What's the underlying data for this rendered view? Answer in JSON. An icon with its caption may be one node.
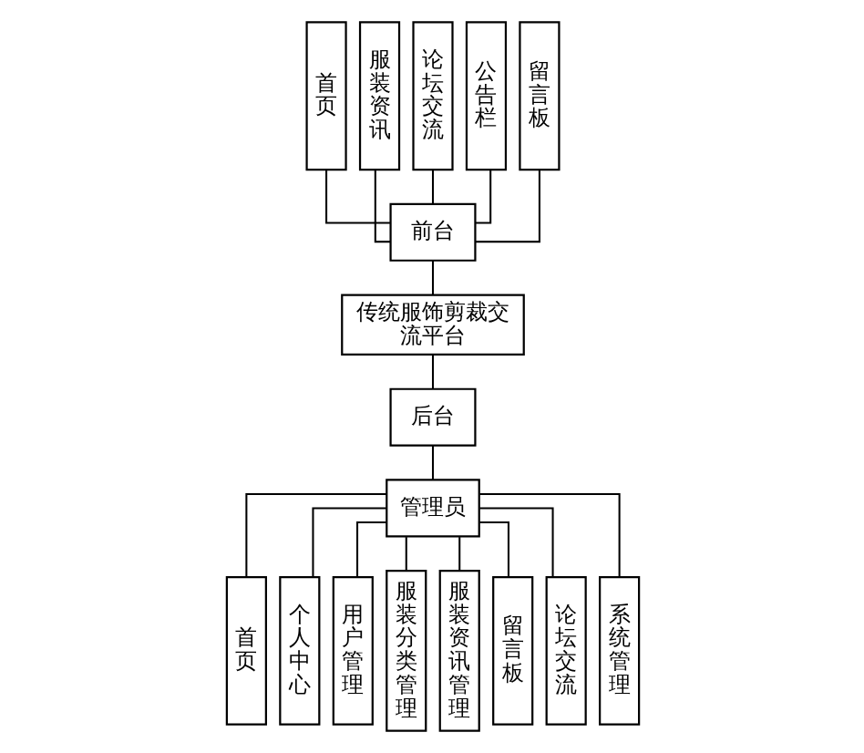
{
  "diagram": {
    "nodes": [
      {
        "text": [
          "首页"
        ]
      },
      {
        "text": [
          "服装资讯"
        ]
      },
      {
        "text": [
          "论坛交流"
        ]
      },
      {
        "text": [
          "公告栏"
        ]
      },
      {
        "text": [
          "留言板"
        ]
      },
      {
        "text": [
          "前台"
        ]
      },
      {
        "text": [
          "传统服饰剪裁交流平台"
        ]
      },
      {
        "text": [
          "后台"
        ]
      },
      {
        "text": [
          "管理员"
        ]
      },
      {
        "text": [
          "首页"
        ]
      },
      {
        "text": [
          "个人中心"
        ]
      },
      {
        "text": [
          "用户管理"
        ]
      },
      {
        "text": [
          "服装分类管理"
        ]
      },
      {
        "text": [
          "服装资讯管理"
        ]
      },
      {
        "text": [
          "留言板"
        ]
      },
      {
        "text": [
          "论坛交流"
        ]
      },
      {
        "text": [
          "系统管理"
        ]
      }
    ],
    "edges": [
      {
        "from": 0,
        "to": 5,
        "arrow": "none"
      },
      {
        "from": 1,
        "to": 5,
        "arrow": "none"
      },
      {
        "from": 2,
        "to": 5,
        "arrow": "none"
      },
      {
        "from": 3,
        "to": 5,
        "arrow": "none"
      },
      {
        "from": 4,
        "to": 5,
        "arrow": "none"
      },
      {
        "from": 5,
        "to": 6,
        "arrow": "none"
      },
      {
        "from": 6,
        "to": 7,
        "arrow": "none"
      },
      {
        "from": 7,
        "to": 8,
        "arrow": "none"
      },
      {
        "from": 8,
        "to": 9,
        "arrow": "none"
      },
      {
        "from": 8,
        "to": 10,
        "arrow": "none"
      },
      {
        "from": 8,
        "to": 11,
        "arrow": "none"
      },
      {
        "from": 8,
        "to": 12,
        "arrow": "none"
      },
      {
        "from": 8,
        "to": 13,
        "arrow": "none"
      },
      {
        "from": 8,
        "to": 14,
        "arrow": "none"
      },
      {
        "from": 8,
        "to": 15,
        "arrow": "none"
      },
      {
        "from": 8,
        "to": 16,
        "arrow": "none"
      }
    ]
  }
}
